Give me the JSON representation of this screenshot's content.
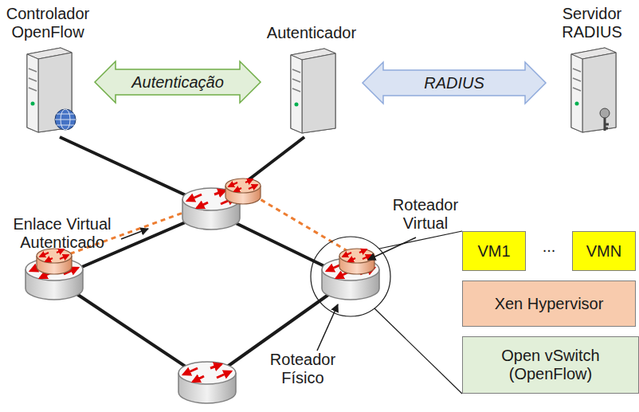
{
  "diagram": {
    "nodes": [
      {
        "text": [
          "Controlador OpenFlow"
        ]
      },
      {
        "text": [
          "Autenticador"
        ]
      },
      {
        "text": [
          "Servidor RADIUS"
        ]
      },
      {
        "text": [
          "VM1"
        ]
      },
      {
        "text": [
          "VMN"
        ]
      },
      {
        "text": [
          "Xen Hypervisor"
        ]
      },
      {
        "text": [
          "Open vSwitch (OpenFlow)"
        ]
      }
    ],
    "edges": [
      {
        "from": 0,
        "to": 1,
        "label": "Autenticação",
        "arrow": "both"
      },
      {
        "from": 1,
        "to": 2,
        "label": "RADIUS",
        "arrow": "both"
      }
    ],
    "labels": [
      "Roteador Virtual",
      "Enlace Virtual Autenticado",
      "...",
      "Roteador Físico"
    ]
  }
}
